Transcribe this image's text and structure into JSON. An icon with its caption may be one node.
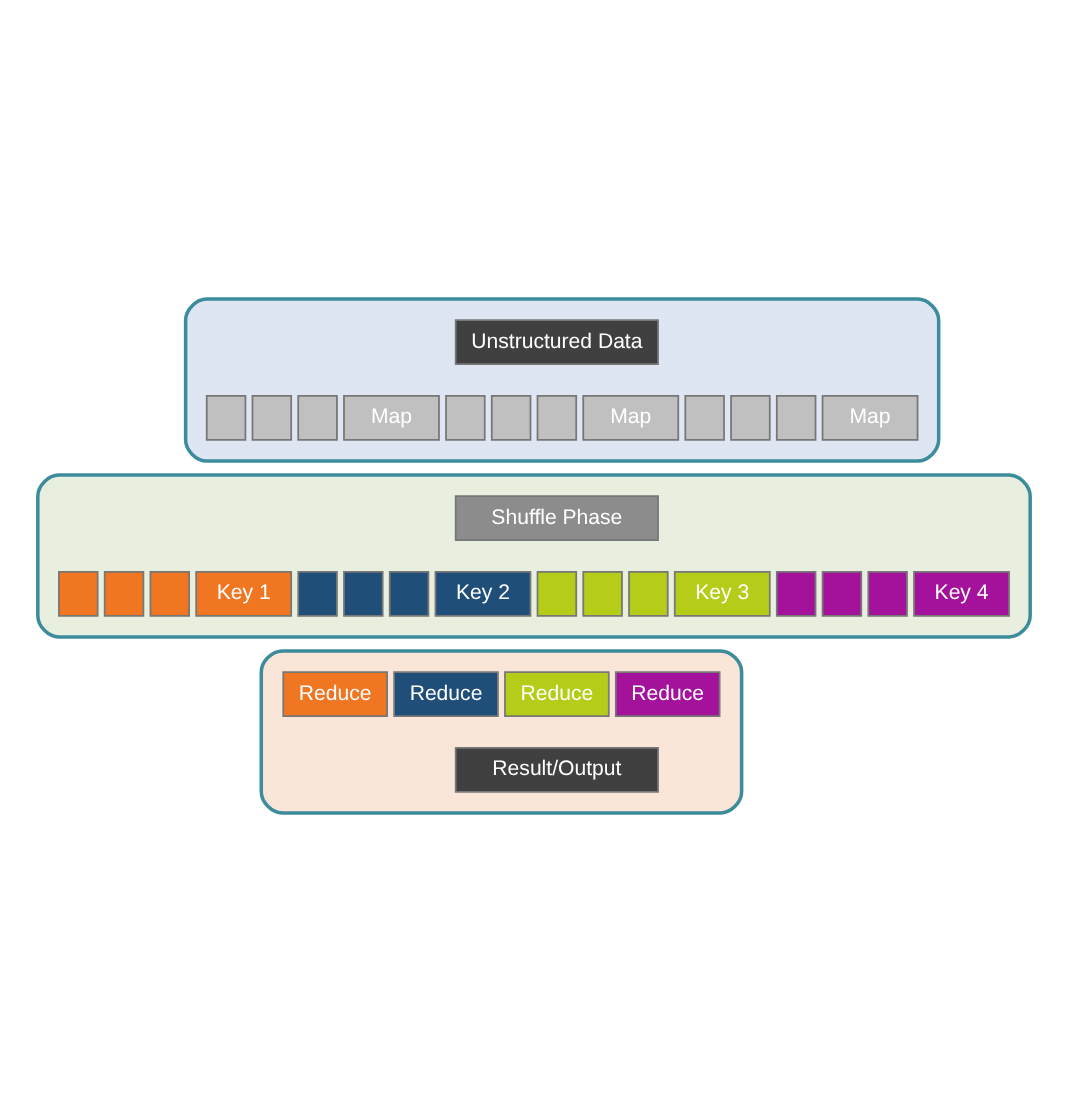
{
  "diagram": {
    "nodes": [
      {
        "text": [],
        "shape": "box"
      },
      {
        "text": [
          "Unstructured Data"
        ],
        "in": 0
      },
      {
        "text": [],
        "shape": "box",
        "in": 0
      },
      {
        "text": [],
        "shape": "box",
        "in": 0
      },
      {
        "text": [],
        "shape": "box",
        "in": 0
      },
      {
        "text": [
          "Map"
        ],
        "in": 0
      },
      {
        "text": [],
        "shape": "box",
        "in": 0
      },
      {
        "text": [],
        "shape": "box",
        "in": 0
      },
      {
        "text": [],
        "shape": "box",
        "in": 0
      },
      {
        "text": [
          "Map"
        ],
        "in": 0
      },
      {
        "text": [],
        "shape": "box",
        "in": 0
      },
      {
        "text": [],
        "shape": "box",
        "in": 0
      },
      {
        "text": [],
        "shape": "box",
        "in": 0
      },
      {
        "text": [
          "Map"
        ],
        "in": 0
      },
      {
        "text": [],
        "shape": "box"
      },
      {
        "text": [
          "Shuffle Phase"
        ],
        "in": 14
      },
      {
        "text": [],
        "shape": "box",
        "in": 14
      },
      {
        "text": [],
        "shape": "box",
        "in": 14
      },
      {
        "text": [],
        "shape": "box",
        "in": 14
      },
      {
        "text": [
          "Key 1"
        ],
        "in": 14
      },
      {
        "text": [],
        "shape": "box",
        "in": 14
      },
      {
        "text": [],
        "shape": "box",
        "in": 14
      },
      {
        "text": [],
        "shape": "box",
        "in": 14
      },
      {
        "text": [
          "Key 2"
        ],
        "in": 14
      },
      {
        "text": [],
        "shape": "box",
        "in": 14
      },
      {
        "text": [],
        "shape": "box",
        "in": 14
      },
      {
        "text": [],
        "shape": "box",
        "in": 14
      },
      {
        "text": [
          "Key 3"
        ],
        "in": 14
      },
      {
        "text": [],
        "shape": "box",
        "in": 14
      },
      {
        "text": [],
        "shape": "box",
        "in": 14
      },
      {
        "text": [],
        "shape": "box",
        "in": 14
      },
      {
        "text": [
          "Key 4"
        ],
        "in": 14
      },
      {
        "text": [],
        "shape": "box"
      },
      {
        "text": [
          "Reduce"
        ],
        "in": 32
      },
      {
        "text": [
          "Reduce"
        ],
        "in": 32
      },
      {
        "text": [
          "Reduce"
        ],
        "in": 32
      },
      {
        "text": [
          "Reduce"
        ],
        "in": 32
      },
      {
        "text": [
          "Result/Output"
        ],
        "in": 32
      }
    ],
    "edges": []
  }
}
